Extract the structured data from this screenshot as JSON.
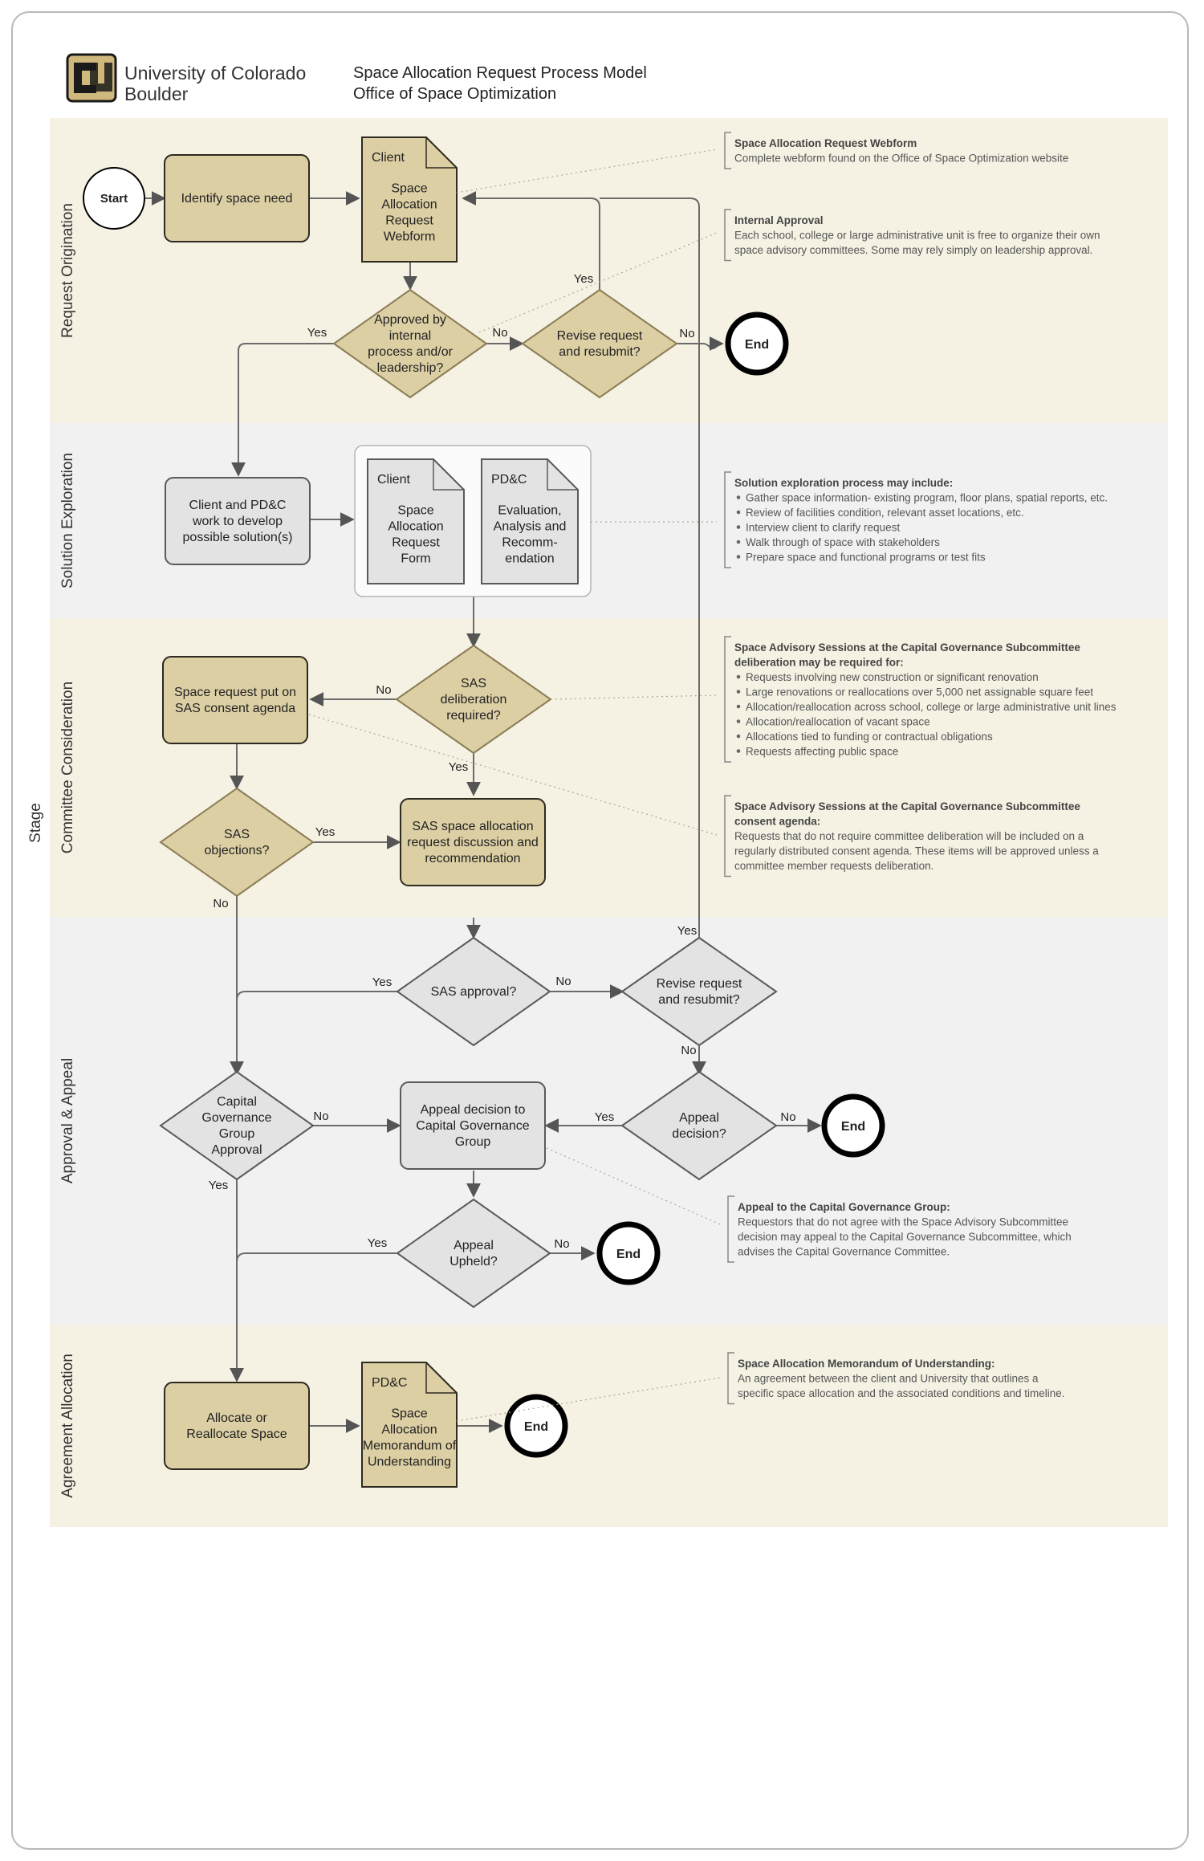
{
  "header": {
    "org_line1": "University of Colorado",
    "org_line2": "Boulder",
    "title_line1": "Space Allocation Request Process Model",
    "title_line2": "Office of Space Optimization"
  },
  "stage_label": "Stage",
  "lanes": [
    {
      "label": "Request Origination",
      "color": "#f5f1e3"
    },
    {
      "label": "Solution Exploration",
      "color": "#f1f1f1"
    },
    {
      "label": "Committee Consideration",
      "color": "#f5f1e3"
    },
    {
      "label": "Approval & Appeal",
      "color": "#f1f1f1"
    },
    {
      "label": "Agreement Allocation",
      "color": "#f5f1e3"
    }
  ],
  "colors": {
    "tan_fill": "#dccfa4",
    "tan_stroke": "#8a7d56",
    "gray_fill": "#e3e3e3",
    "gray_stroke": "#5a5a5a",
    "line": "#6b6b6b"
  },
  "nodes": {
    "start": "Start",
    "identify": [
      "Identify space need"
    ],
    "webform": [
      "Client",
      "Space",
      "Allocation",
      "Request",
      "Webform"
    ],
    "approved_internal": [
      "Approved by",
      "internal",
      "process and/or",
      "leadership?"
    ],
    "revise1": [
      "Revise request",
      "and resubmit?"
    ],
    "end1": "End",
    "develop": [
      "Client and PD&C",
      "work to develop",
      "possible solution(s)"
    ],
    "form_doc": [
      "Client",
      "Space",
      "Allocation",
      "Request",
      "Form"
    ],
    "eval_doc": [
      "PD&C",
      "Evaluation,",
      "Analysis and",
      "Recomm-",
      "endation"
    ],
    "consent_agenda": [
      "Space request put on",
      "SAS consent agenda"
    ],
    "sas_delib": [
      "SAS",
      "deliberation",
      "required?"
    ],
    "sas_objections": [
      "SAS",
      "objections?"
    ],
    "sas_discussion": [
      "SAS space allocation",
      "request discussion and",
      "recommendation"
    ],
    "sas_approval": [
      "SAS approval?"
    ],
    "revise2": [
      "Revise request",
      "and resubmit?"
    ],
    "cgg_approval": [
      "Capital",
      "Governance",
      "Group",
      "Approval"
    ],
    "appeal_to_cgg": [
      "Appeal decision to",
      "Capital Governance",
      "Group"
    ],
    "appeal_decision": [
      "Appeal",
      "decision?"
    ],
    "end2": "End",
    "appeal_upheld": [
      "Appeal",
      "Upheld?"
    ],
    "end3": "End",
    "allocate": [
      "Allocate or",
      "Reallocate Space"
    ],
    "mou_doc": [
      "PD&C",
      "Space",
      "Allocation",
      "Memorandum of",
      "Understanding"
    ],
    "end4": "End"
  },
  "edge_labels": {
    "internal_yes": "Yes",
    "internal_no": "No",
    "revise1_yes": "Yes",
    "revise1_no": "No",
    "delib_no": "No",
    "delib_yes": "Yes",
    "objections_yes": "Yes",
    "objections_no": "No",
    "approval_yes": "Yes",
    "approval_no": "No",
    "revise2_yes": "Yes",
    "revise2_no": "No",
    "cgg_no": "No",
    "cgg_yes": "Yes",
    "appeal_dec_yes": "Yes",
    "appeal_dec_no": "No",
    "upheld_yes": "Yes",
    "upheld_no": "No"
  },
  "notes": {
    "webform": {
      "title": "Space Allocation Request Webform",
      "lines": [
        "Complete webform found on the Office of Space Optimization website"
      ]
    },
    "internal": {
      "title": "Internal Approval",
      "lines": [
        "Each school, college or large administrative unit is free to organize their own",
        "space advisory committees. Some may rely simply on leadership approval."
      ]
    },
    "exploration": {
      "title": "Solution exploration process may include:",
      "bullets": [
        "Gather space information- existing program, floor plans, spatial reports, etc.",
        "Review of facilities condition, relevant asset locations, etc.",
        "Interview client to clarify request",
        "Walk through of space with stakeholders",
        "Prepare space and functional programs or test fits"
      ]
    },
    "sas_deliberation": {
      "title_lines": [
        "Space Advisory Sessions at the Capital Governance Subcommittee",
        "deliberation may be required for:"
      ],
      "bullets": [
        "Requests involving new construction or significant renovation",
        "Large renovations or reallocations over 5,000 net assignable square feet",
        "Allocation/reallocation across school, college or large administrative unit lines",
        "Allocation/reallocation of vacant space",
        "Allocations tied to funding or contractual obligations",
        "Requests affecting public space"
      ]
    },
    "consent": {
      "title_lines": [
        "Space Advisory Sessions at the Capital Governance Subcommittee",
        "consent agenda:"
      ],
      "lines": [
        "Requests that do not require committee deliberation will be included on a",
        "regularly distributed consent agenda. These items will be approved unless a",
        "committee member requests deliberation."
      ]
    },
    "appeal": {
      "title": "Appeal to the Capital Governance Group:",
      "lines": [
        "Requestors that do not agree with the Space Advisory Subcommittee",
        "decision may appeal to the Capital Governance Subcommittee, which",
        "advises the Capital Governance Committee."
      ]
    },
    "mou": {
      "title": "Space Allocation Memorandum of Understanding:",
      "lines": [
        "An agreement between the client and University that outlines a",
        "specific space allocation and the associated conditions and timeline."
      ]
    }
  }
}
